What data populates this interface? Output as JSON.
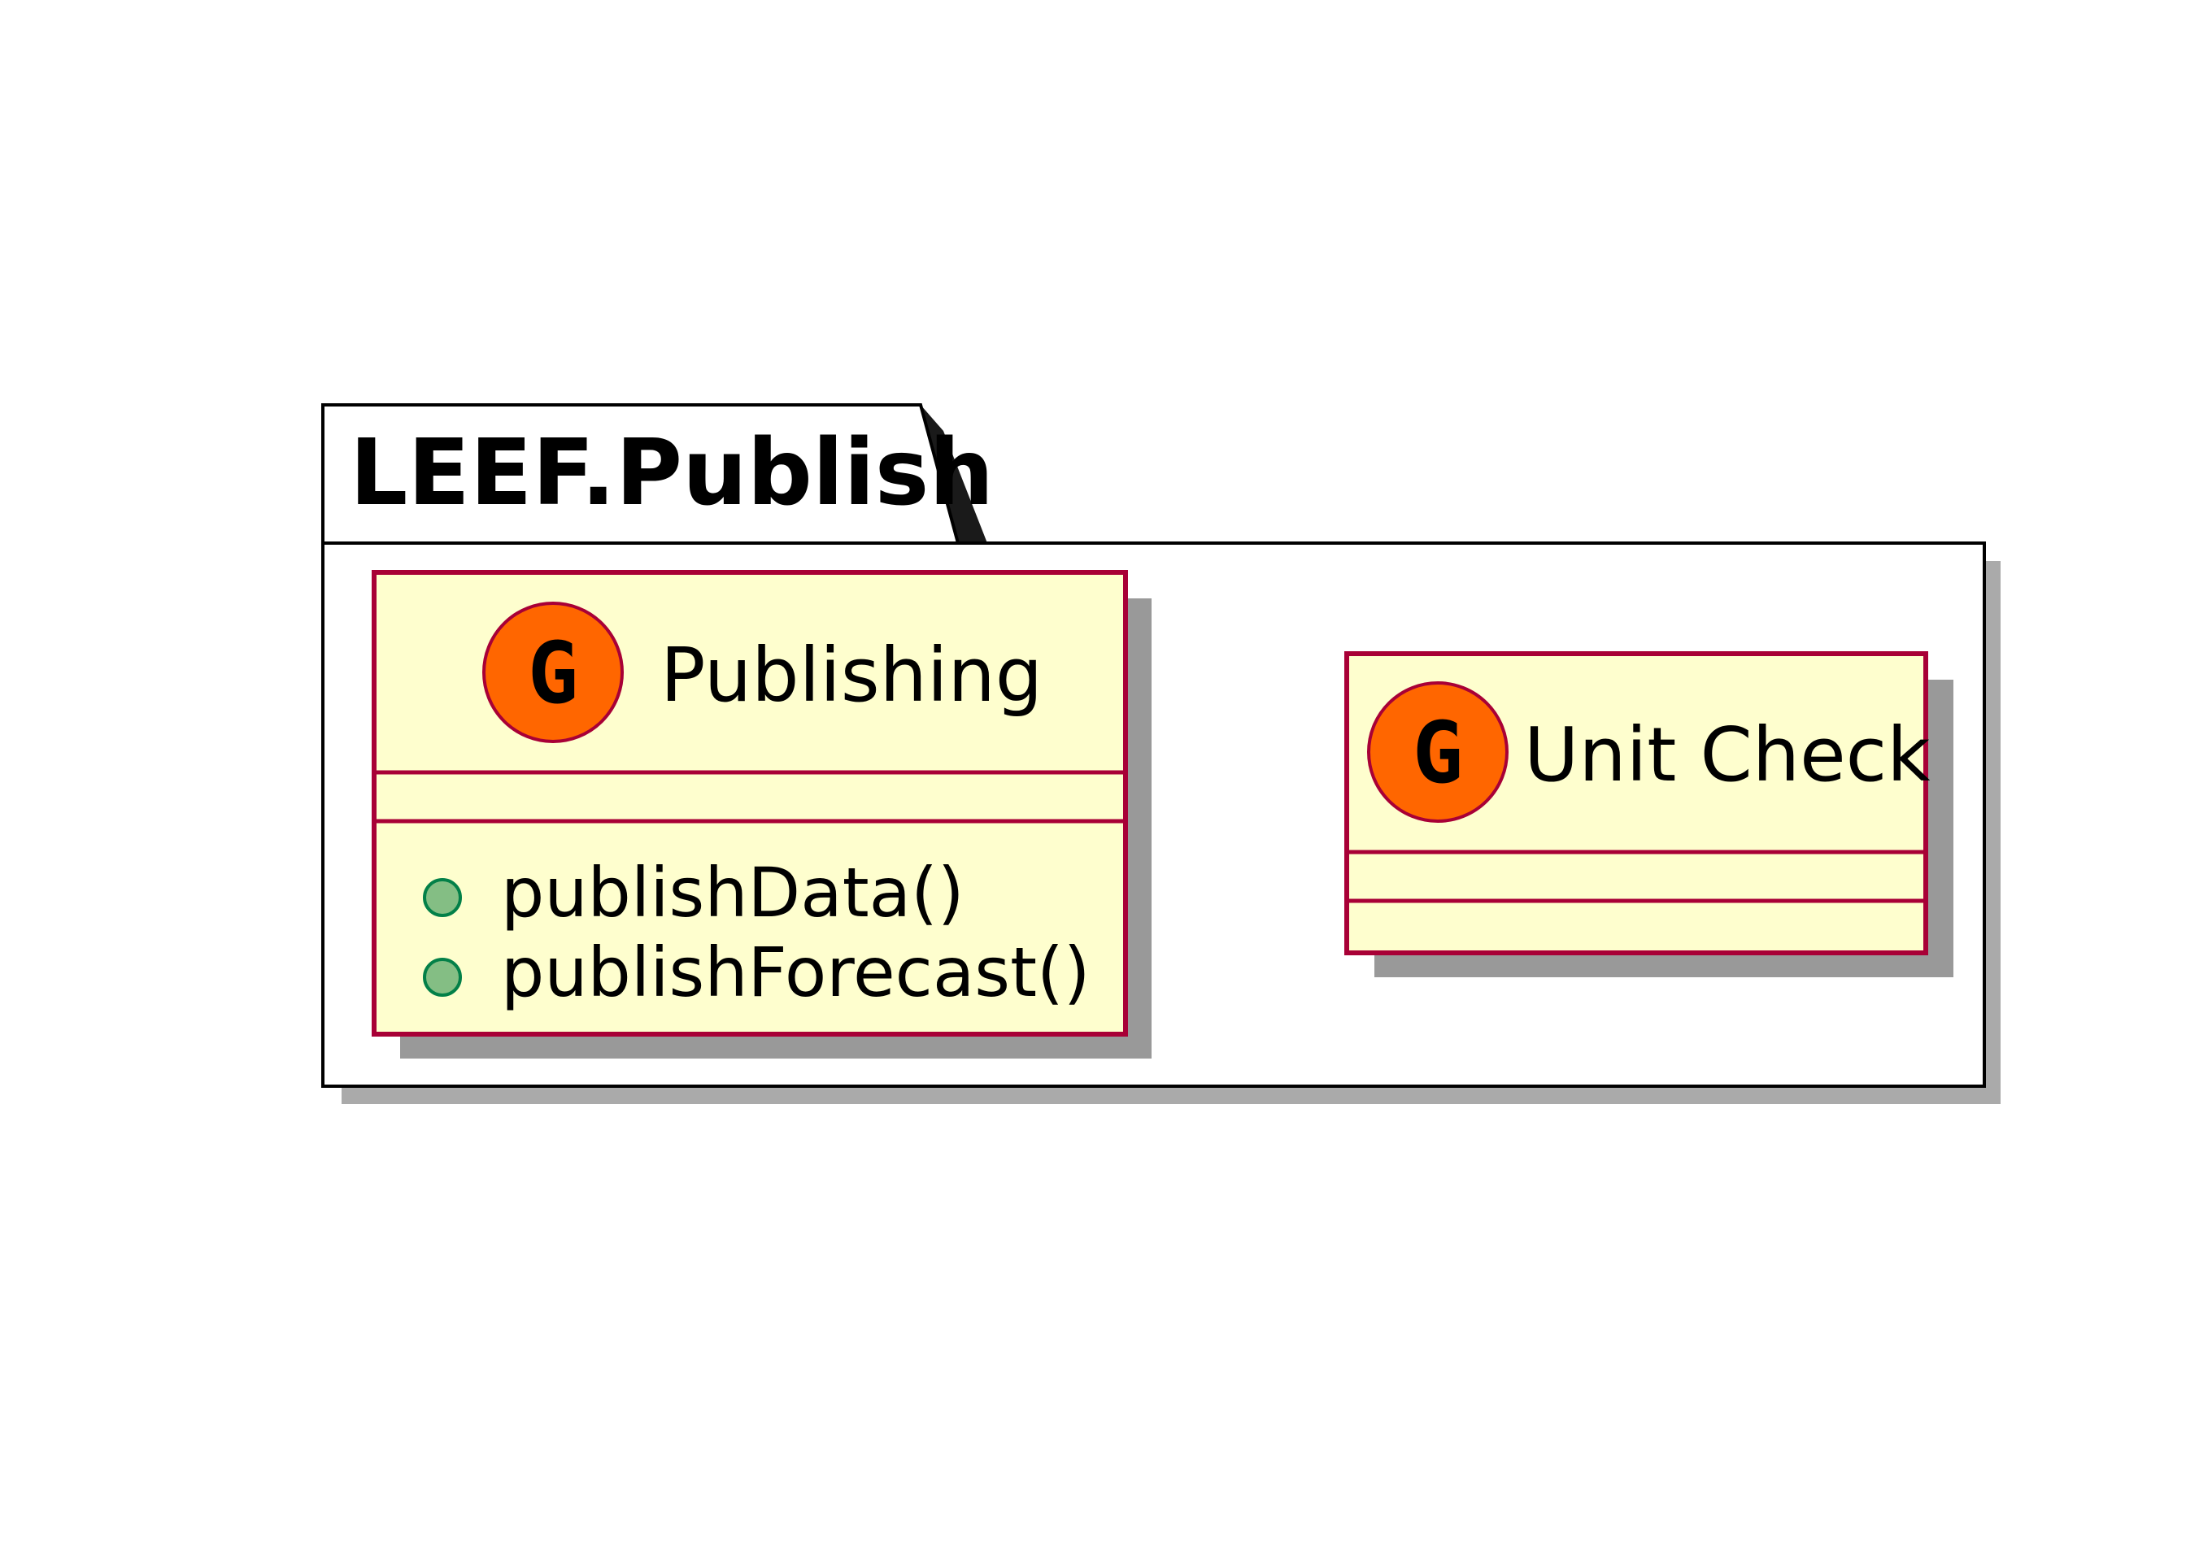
{
  "package": {
    "title": "LEEF.Publish"
  },
  "classes": [
    {
      "name": "Publishing",
      "stereotype_letter": "G",
      "methods": [
        {
          "visibility": "public",
          "label": "publishData()"
        },
        {
          "visibility": "public",
          "label": "publishForecast()"
        }
      ]
    },
    {
      "name": "Unit Check",
      "stereotype_letter": "G",
      "methods": []
    }
  ],
  "colors": {
    "class_fill": "#FEFECE",
    "class_border": "#A80036",
    "stereotype_circle": "#FF6600",
    "method_public_fill": "#84BE84",
    "method_public_border": "#038048",
    "package_border": "#000000",
    "shadow": "#888888"
  }
}
